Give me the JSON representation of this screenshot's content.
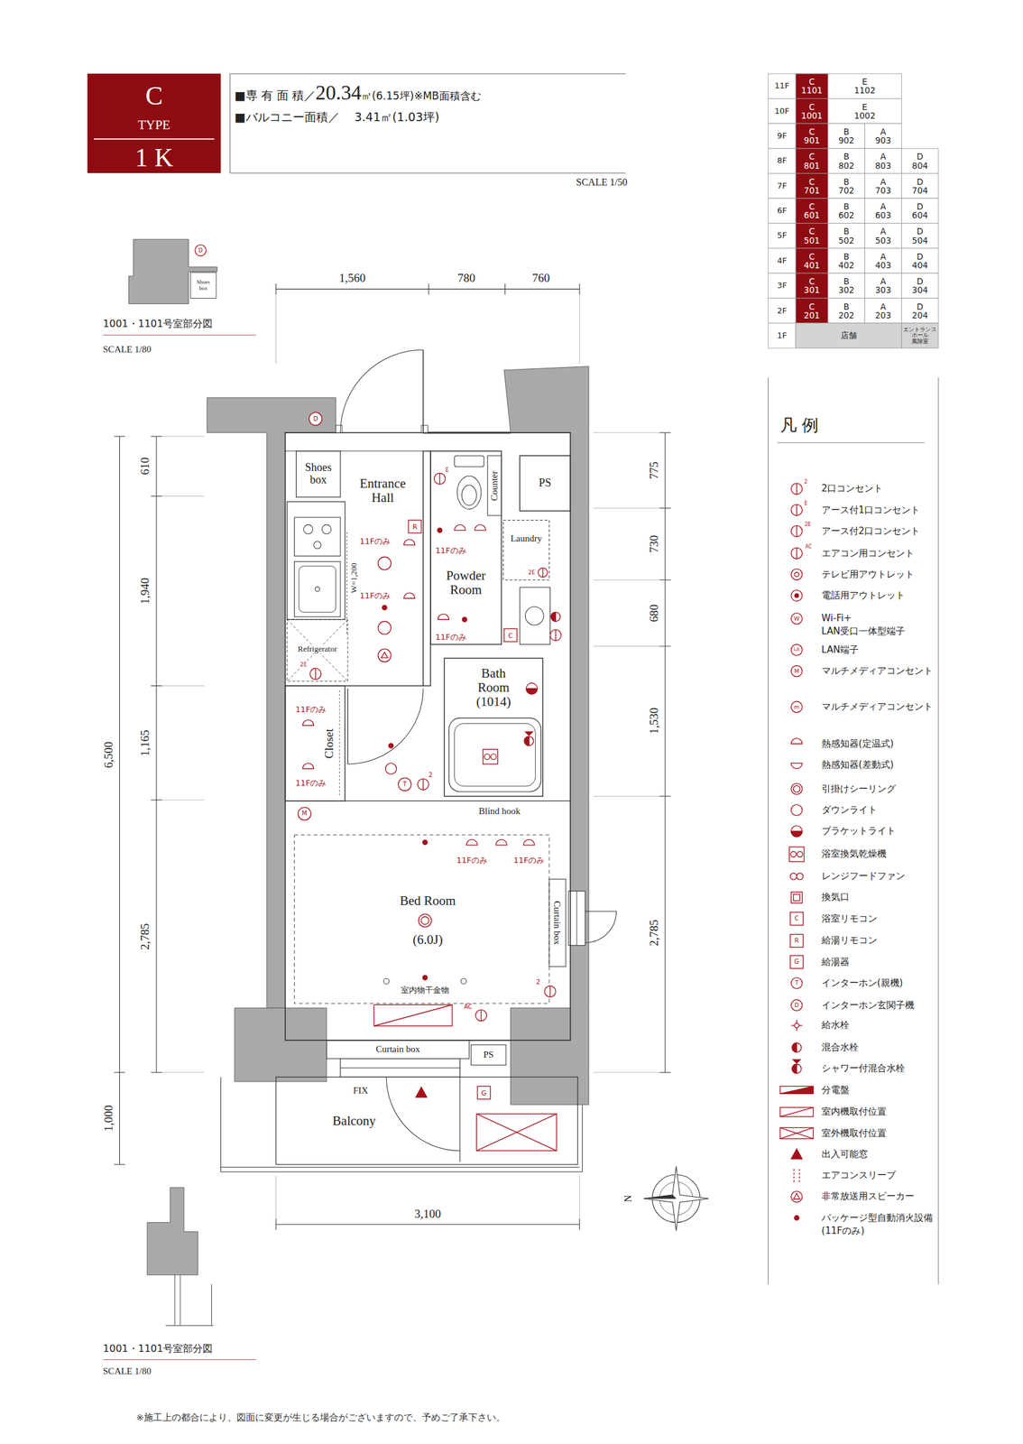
{
  "diagram": {
    "nodes": [
      {
        "text": [
          "C",
          "TYPE",
          "1 K"
        ]
      },
      {
        "text": [
          "Shoes box"
        ]
      },
      {
        "text": [
          "Shoes box"
        ]
      },
      {
        "text": [
          "Entrance Hall"
        ]
      },
      {
        "text": [
          "Powder Room"
        ]
      },
      {
        "text": [
          "Counter"
        ]
      },
      {
        "text": [
          "PS"
        ]
      },
      {
        "text": [
          "Laundry"
        ]
      },
      {
        "text": [
          "Refrigerator"
        ]
      },
      {
        "text": [
          "Closet"
        ]
      },
      {
        "text": [
          "Bath Room (1014)"
        ]
      },
      {
        "text": [
          "Bed Room",
          "(6.0J)"
        ]
      },
      {
        "text": [
          "Curtain box"
        ],
        "in": 11
      },
      {
        "text": [
          "Curtain box"
        ]
      },
      {
        "text": [
          "PS"
        ]
      },
      {
        "text": [
          "Balcony"
        ]
      }
    ],
    "labels": [
      "■専 有 面 積／",
      "20.34",
      "㎡(6.15坪)※MB面積含む",
      "■バルコニー面積／",
      "3.41㎡(1.03坪)",
      "SCALE 1/50",
      "11F",
      "C 1101",
      "E 1102",
      "10F",
      "C 1001",
      "E 1002",
      "9F",
      "C 901",
      "B 902",
      "A 903",
      "8F",
      "C 801",
      "B 802",
      "A 803",
      "D 804",
      "7F",
      "C 701",
      "B 702",
      "A 703",
      "D 704",
      "6F",
      "C 601",
      "B 602",
      "A 603",
      "D 604",
      "5F",
      "C 501",
      "B 502",
      "A 503",
      "D 504",
      "4F",
      "C 401",
      "B 402",
      "A 403",
      "D 404",
      "3F",
      "C 301",
      "B 302",
      "A 303",
      "D 304",
      "2F",
      "C 201",
      "B 202",
      "A 203",
      "D 204",
      "1F",
      "店舗",
      "エントランス ホール 風除室",
      "凡 例",
      "1001・1101号室部分図",
      "SCALE 1/80",
      "D",
      "1,560",
      "780",
      "760",
      "610",
      "1,940",
      "1,165",
      "2,785",
      "6,500",
      "1,000",
      "775",
      "730",
      "680",
      "1,530",
      "2,785",
      "3,100",
      "W=1,200",
      "D",
      "R",
      "C",
      "G",
      "M",
      "T",
      "2",
      "AC",
      "2",
      "2E",
      "2E",
      "E",
      "11Fのみ",
      "11Fのみ",
      "11Fのみ",
      "11Fのみ",
      "11Fのみ",
      "11Fのみ",
      "11Fのみ",
      "11Fのみ",
      "Blind hook",
      "室内物干金物",
      "FIX",
      "N",
      "1001・1101号室部分図",
      "SCALE 1/80",
      "※施工上の都合により、図面に変更が生じる場合がございますので、予めご了承下さい。",
      "2",
      "E",
      "2E",
      "AC",
      "W",
      "LA",
      "M",
      "m",
      "C",
      "R",
      "G",
      "T",
      "D"
    ],
    "legend": [
      {
        "text": "2口コンセント"
      },
      {
        "text": "アース付1口コンセント"
      },
      {
        "text": "アース付2口コンセント"
      },
      {
        "text": "エアコン用コンセント"
      },
      {
        "text": "テレビ用アウトレット"
      },
      {
        "text": "電話用アウトレット"
      },
      {
        "text": "Wi-Fi+ LAN受口一体型端子"
      },
      {
        "text": "LAN端子"
      },
      {
        "text": "マルチメディアコンセント"
      },
      {
        "text": "マルチメディアコンセント"
      },
      {
        "text": "熱感知器(定温式)"
      },
      {
        "text": "熱感知器(差動式)"
      },
      {
        "text": "引掛けシーリング"
      },
      {
        "text": "ダウンライト"
      },
      {
        "text": "ブラケットライト"
      },
      {
        "text": "浴室換気乾燥機"
      },
      {
        "text": "レンジフードファン"
      },
      {
        "text": "換気口"
      },
      {
        "text": "浴室リモコン"
      },
      {
        "text": "給湯リモコン"
      },
      {
        "text": "給湯器"
      },
      {
        "text": "インターホン(親機)"
      },
      {
        "text": "インターホン玄関子機"
      },
      {
        "text": "給水栓"
      },
      {
        "text": "混合水栓"
      },
      {
        "text": "シャワー付混合水栓"
      },
      {
        "text": "分電盤"
      },
      {
        "text": "室内機取付位置"
      },
      {
        "text": "室外機取付位置"
      },
      {
        "text": "出入可能窓"
      },
      {
        "text": "エアコンスリーブ"
      },
      {
        "text": "非常放送用スピーカー"
      },
      {
        "text": "パッケージ型自動消火設備 (11Fのみ)"
      }
    ]
  }
}
